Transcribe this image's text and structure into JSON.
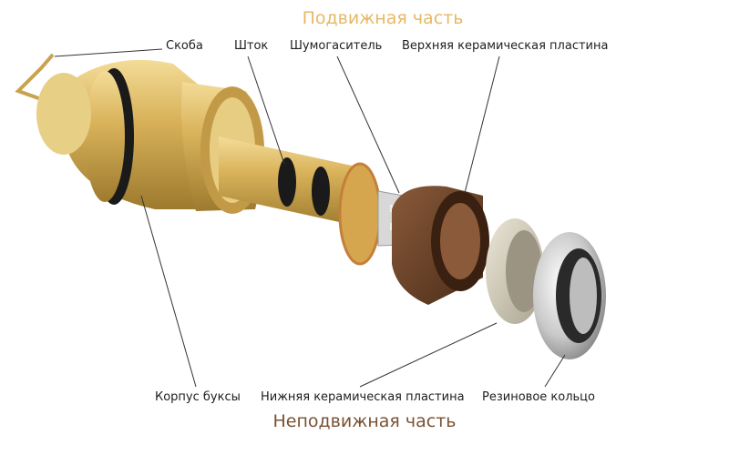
{
  "titles": {
    "moving_part": "Подвижная часть",
    "fixed_part": "Неподвижная часть"
  },
  "labels": {
    "bracket": "Скоба",
    "stem": "Шток",
    "silencer": "Шумогаситель",
    "upper_ceramic_plate": "Верхняя керамическая пластина",
    "cartridge_body": "Корпус буксы",
    "lower_ceramic_plate": "Нижняя керамическая пластина",
    "rubber_ring": "Резиновое кольцо"
  },
  "colors": {
    "moving_title": "#e6b865",
    "fixed_title": "#7a5233",
    "brass": "#d9b25a",
    "ceramic_upper": "#6b4328",
    "ceramic_lower": "#cfc8b4",
    "ring": "#c8c8c8"
  }
}
